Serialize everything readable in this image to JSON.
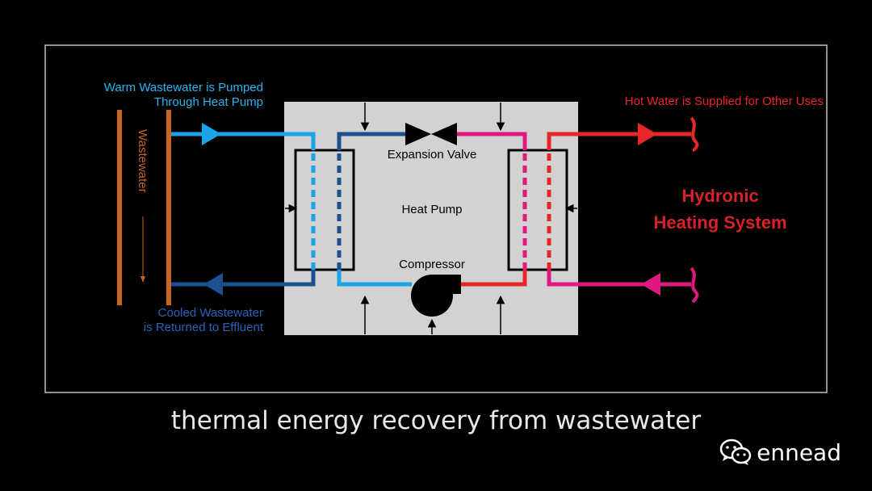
{
  "diagram": {
    "labels": {
      "warm_in_line1": "Warm Wastewater is Pumped",
      "warm_in_line2": "Through Heat Pump",
      "cooled_out_line1": "Cooled Wastewater",
      "cooled_out_line2": "is Returned to Effluent",
      "hot_water": "Hot Water is Supplied for Other Uses",
      "hydronic_line1": "Hydronic",
      "hydronic_line2": "Heating System",
      "expansion_valve": "Expansion Valve",
      "heat_pump": "Heat Pump",
      "compressor": "Compressor",
      "wastewater": "Wastewater"
    },
    "colors": {
      "background": "#000000",
      "heat_pump_box": "#d2d2d2",
      "warm_blue": "#1aa3e8",
      "cool_blue": "#1d4f91",
      "hot_red": "#e8262a",
      "magenta": "#e0187e",
      "wastewater_orange": "#c8651e",
      "label_red": "#d8222a"
    }
  },
  "caption": "thermal energy recovery from wastewater",
  "brand": {
    "name": "ennead",
    "icon": "wechat-icon"
  }
}
